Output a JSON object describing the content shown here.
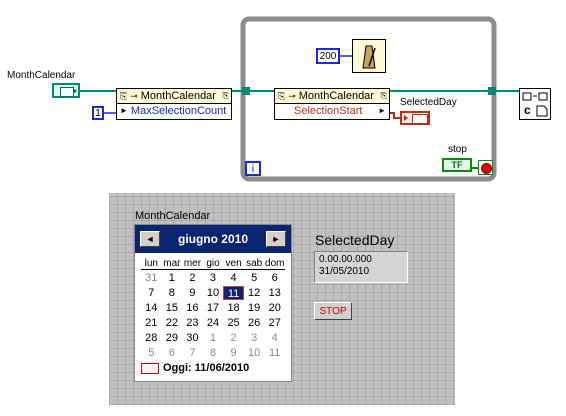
{
  "diagram": {
    "monthcalendar_terminal_label": "MonthCalendar",
    "property_node_1": {
      "class_name": "MonthCalendar",
      "property": "MaxSelectionCount"
    },
    "property_node_2": {
      "class_name": "MonthCalendar",
      "property": "SelectionStart"
    },
    "const_one": "1",
    "const_wait_ms": "200",
    "selectedday_indicator_label": "SelectedDay",
    "stop_label": "stop",
    "stop_bool_text": "TF",
    "loop_iteration": "i",
    "close_ref_glyph": "c"
  },
  "front_panel": {
    "calendar_label": "MonthCalendar",
    "calendar": {
      "month_title": "giugno 2010",
      "prev_arrow": "◄",
      "next_arrow": "►",
      "weekdays": [
        "lun",
        "mar",
        "mer",
        "gio",
        "ven",
        "sab",
        "dom"
      ],
      "weeks": [
        [
          "31",
          "1",
          "2",
          "3",
          "4",
          "5",
          "6"
        ],
        [
          "7",
          "8",
          "9",
          "10",
          "11",
          "12",
          "13"
        ],
        [
          "14",
          "15",
          "16",
          "17",
          "18",
          "19",
          "20"
        ],
        [
          "21",
          "22",
          "23",
          "24",
          "25",
          "26",
          "27"
        ],
        [
          "28",
          "29",
          "30",
          "1",
          "2",
          "3",
          "4"
        ],
        [
          "5",
          "6",
          "7",
          "8",
          "9",
          "10",
          "11"
        ]
      ],
      "other_month": [
        [
          true,
          false,
          false,
          false,
          false,
          false,
          false
        ],
        [
          false,
          false,
          false,
          false,
          false,
          false,
          false
        ],
        [
          false,
          false,
          false,
          false,
          false,
          false,
          false
        ],
        [
          false,
          false,
          false,
          false,
          false,
          false,
          false
        ],
        [
          false,
          false,
          false,
          true,
          true,
          true,
          true
        ],
        [
          true,
          true,
          true,
          true,
          true,
          true,
          true
        ]
      ],
      "selected_day": "11",
      "today_text": "Oggi: 11/06/2010"
    },
    "selectedday_label": "SelectedDay",
    "selectedday_value_line1": "0.00.00.000",
    "selectedday_value_line2": "31/05/2010",
    "stop_button_label": "STOP"
  },
  "colors": {
    "wire_refnum": "#00897b",
    "wire_numeric": "#1a2bd0",
    "wire_timestamp": "#b4331f",
    "wire_boolean": "#0c8a0c",
    "loop_frame": "#8c8c8c",
    "calendar_header": "#0b2470",
    "panel_bg": "#c0c0c0"
  }
}
